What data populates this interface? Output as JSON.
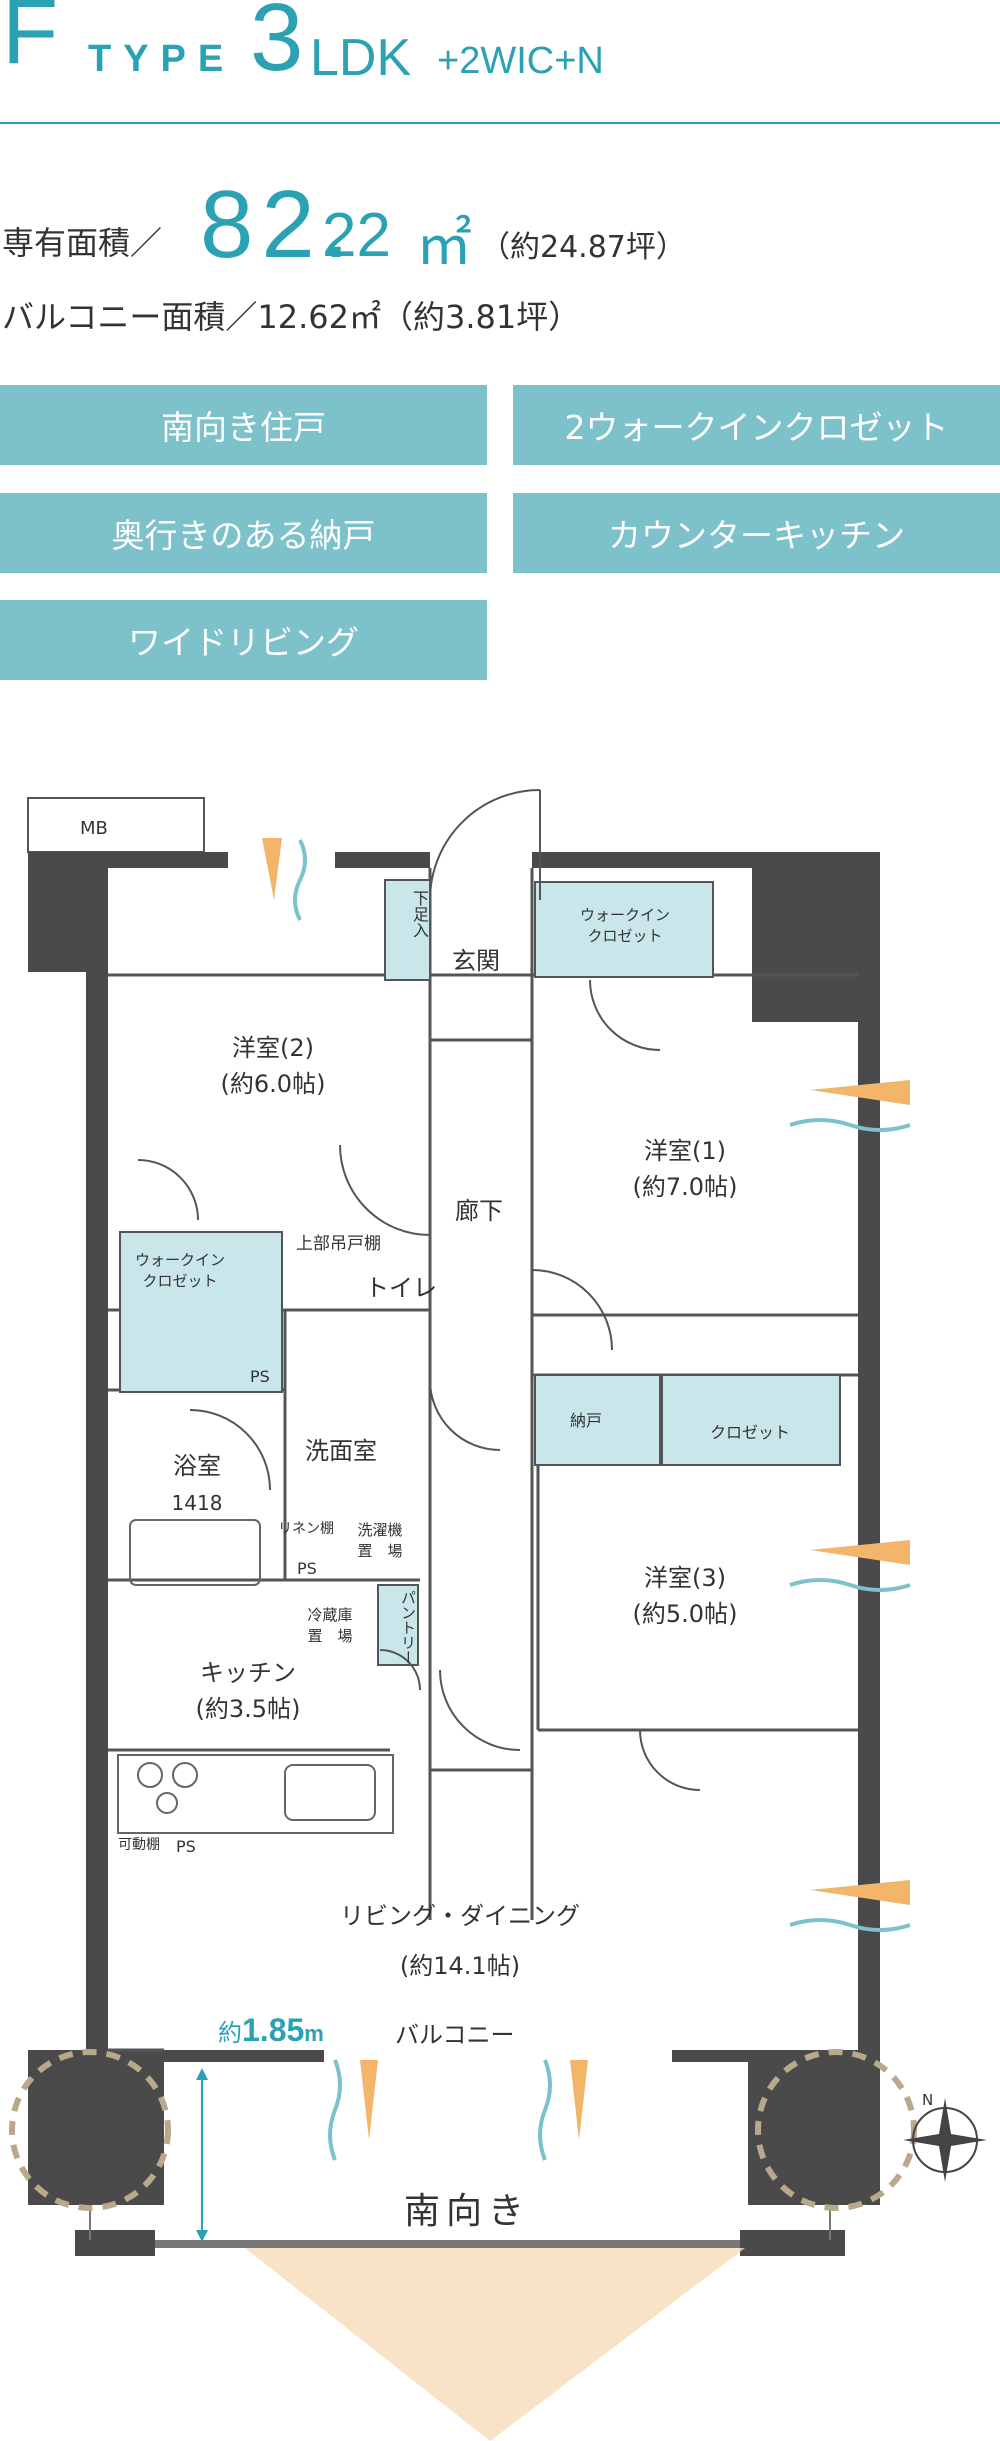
{
  "title": {
    "letter": "F",
    "type_word": "TYPE",
    "rooms_num": "3",
    "rooms_type": "LDK",
    "suffix": "+2WIC+N"
  },
  "area": {
    "label": "専有面積／",
    "int": "82.",
    "dec": "22",
    "unit": "㎡",
    "tsubo": "（約24.87坪）",
    "balcony": "バルコニー面積／12.62㎡（約3.81坪）"
  },
  "features": [
    "南向き住戸",
    "2ウォークインクロゼット",
    "奥行きのある納戸",
    "カウンターキッチン",
    "ワイドリビング"
  ],
  "plan": {
    "mb": "MB",
    "genkan": "玄関",
    "getabako": "下足入",
    "wic_top_1": "ウォークイン",
    "wic_top_2": "クロゼット",
    "room2_name": "洋室(2)",
    "room2_size": "(約6.0帖)",
    "room1_name": "洋室(1)",
    "room1_size": "(約7.0帖)",
    "rouka": "廊下",
    "upper_shelf": "上部吊戸棚",
    "toilet": "トイレ",
    "wic_left_1": "ウォークイン",
    "wic_left_2": "クロゼット",
    "ps1": "PS",
    "ps2": "PS",
    "ps3": "PS",
    "nando": "納戸",
    "closet": "クロゼット",
    "yokushitsu": "浴室",
    "bath_size": "1418",
    "senmen": "洗面室",
    "linen": "リネン棚",
    "washer_1": "洗濯機",
    "washer_2": "置　場",
    "room3_name": "洋室(3)",
    "room3_size": "(約5.0帖)",
    "fridge_1": "冷蔵庫",
    "fridge_2": "置　場",
    "pantry": "パントリー",
    "kitchen_name": "キッチン",
    "kitchen_size": "(約3.5帖)",
    "movable_shelf": "可動棚",
    "living_name": "リビング・ダイニング",
    "living_size": "(約14.1帖)",
    "balcony": "バルコニー",
    "balc_width_prefix": "約",
    "balc_width_value": "1.85",
    "balc_width_unit": "m",
    "compass": "N",
    "south": "南向き"
  },
  "colors": {
    "accent": "#2ba2b3",
    "feature_bg": "#7dc1ca",
    "wall": "#4a4a4a",
    "storage": "#c9e6ea",
    "sun": "#f2b56a"
  }
}
